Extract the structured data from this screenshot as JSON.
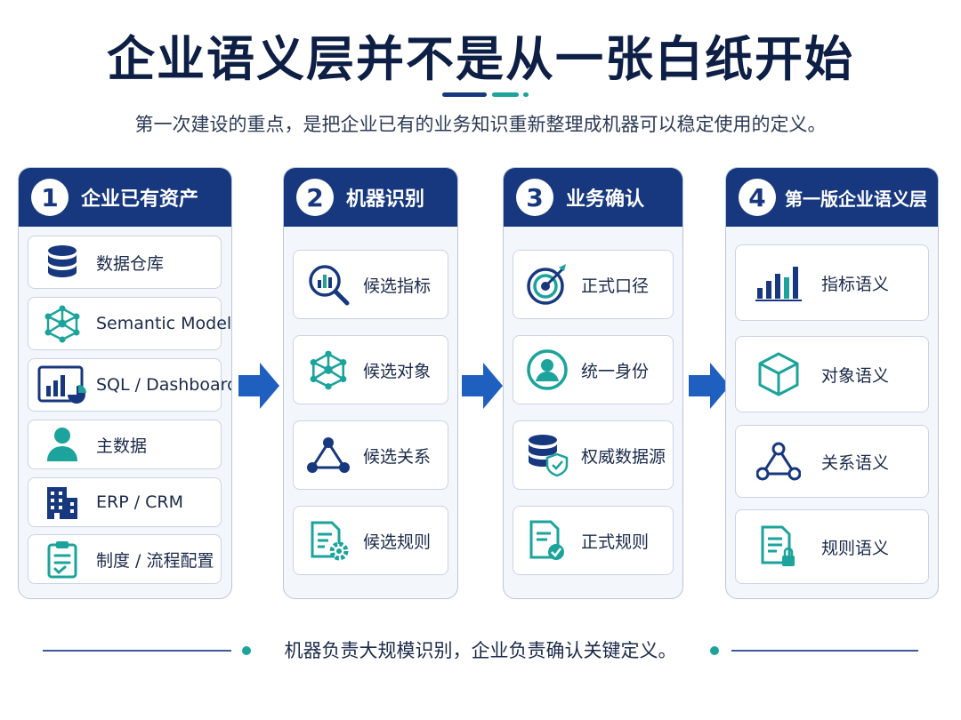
{
  "title": "企业语义层并不是从一张白纸开始",
  "subtitle": "第一次建设的重点，是把企业已有的业务知识重新整理成机器可以稳定使用的定义。",
  "columns": [
    {
      "number": "1",
      "title": "企业已有资产",
      "items": [
        {
          "label": "数据仓库",
          "icon": "database-icon"
        },
        {
          "label": "Semantic Model",
          "icon": "network-cube-icon"
        },
        {
          "label": "SQL / Dashboard",
          "icon": "dashboard-chart-icon"
        },
        {
          "label": "主数据",
          "icon": "person-icon"
        },
        {
          "label": "ERP / CRM",
          "icon": "building-icon"
        },
        {
          "label": "制度 / 流程配置",
          "icon": "clipboard-icon"
        }
      ]
    },
    {
      "number": "2",
      "title": "机器识别",
      "items": [
        {
          "label": "候选指标",
          "icon": "chart-search-icon"
        },
        {
          "label": "候选对象",
          "icon": "network-cube-icon"
        },
        {
          "label": "候选关系",
          "icon": "triangle-nodes-icon"
        },
        {
          "label": "候选规则",
          "icon": "document-gear-icon"
        }
      ]
    },
    {
      "number": "3",
      "title": "业务确认",
      "items": [
        {
          "label": "正式口径",
          "icon": "target-icon"
        },
        {
          "label": "统一身份",
          "icon": "user-circle-icon"
        },
        {
          "label": "权威数据源",
          "icon": "database-shield-icon"
        },
        {
          "label": "正式规则",
          "icon": "document-check-icon"
        }
      ]
    },
    {
      "number": "4",
      "title": "第一版企业语义层",
      "items": [
        {
          "label": "指标语义",
          "icon": "bar-chart-icon"
        },
        {
          "label": "对象语义",
          "icon": "cube-icon"
        },
        {
          "label": "关系语义",
          "icon": "triangle-nodes-icon"
        },
        {
          "label": "规则语义",
          "icon": "document-lock-icon"
        }
      ]
    }
  ],
  "footer": "机器负责大规模识别，企业负责确认关键定义。",
  "colors": {
    "navy": "#17387f",
    "teal": "#1ba39c",
    "title": "#0e1f45"
  }
}
